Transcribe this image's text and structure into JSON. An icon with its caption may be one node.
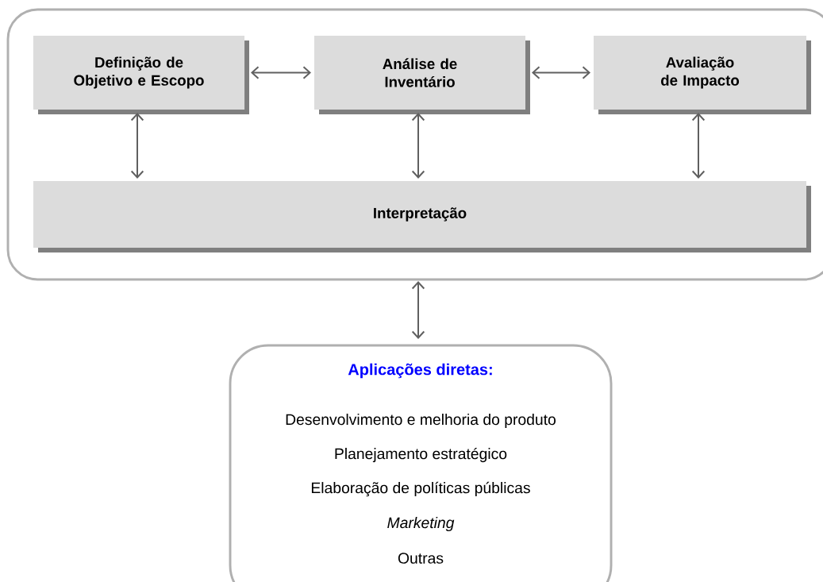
{
  "diagram": {
    "nodes": [
      {
        "text": [],
        "shape": "box"
      },
      {
        "text": [
          "Definição de Objetivo e Escopo"
        ],
        "in": 0
      },
      {
        "text": [
          "Análise de Inventário"
        ],
        "in": 0
      },
      {
        "text": [
          "Avaliação de Impacto"
        ],
        "in": 0
      },
      {
        "text": [
          "Interpretação"
        ],
        "in": 0
      },
      {
        "text": [
          "Aplicações diretas:",
          "Desenvolvimento e melhoria do produto",
          "Planejamento estratégico",
          "Elaboração de políticas públicas",
          "*Marketing*",
          "Outras"
        ]
      }
    ],
    "edges": [
      {
        "from": 1,
        "to": 2,
        "arrow": "both"
      },
      {
        "from": 2,
        "to": 3,
        "arrow": "both"
      },
      {
        "from": 1,
        "to": 4,
        "arrow": "both"
      },
      {
        "from": 2,
        "to": 4,
        "arrow": "both"
      },
      {
        "from": 3,
        "to": 4,
        "arrow": "both"
      },
      {
        "from": 0,
        "to": 5,
        "arrow": "both"
      }
    ]
  }
}
